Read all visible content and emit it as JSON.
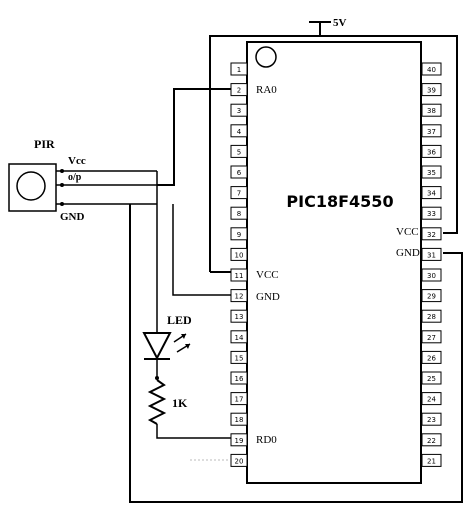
{
  "chip": {
    "name": "PIC18F4550",
    "left_pins": [
      "1",
      "2",
      "3",
      "4",
      "5",
      "6",
      "7",
      "8",
      "9",
      "10",
      "11",
      "12",
      "13",
      "14",
      "15",
      "16",
      "17",
      "18",
      "19",
      "20"
    ],
    "right_pins": [
      "40",
      "39",
      "38",
      "37",
      "36",
      "35",
      "34",
      "33",
      "32",
      "31",
      "30",
      "29",
      "28",
      "27",
      "26",
      "25",
      "24",
      "23",
      "22",
      "21"
    ],
    "pin_labels": {
      "ra0": "RA0",
      "vcc_left": "VCC",
      "gnd_left": "GND",
      "rd0": "RD0",
      "vcc_right": "VCC",
      "gnd_right": "GND"
    }
  },
  "supply": {
    "label": "5V"
  },
  "pir": {
    "label": "PIR",
    "vcc": "Vcc",
    "out": "o/p",
    "gnd": "GND"
  },
  "led": {
    "label": "LED"
  },
  "resistor": {
    "label": "1K"
  }
}
